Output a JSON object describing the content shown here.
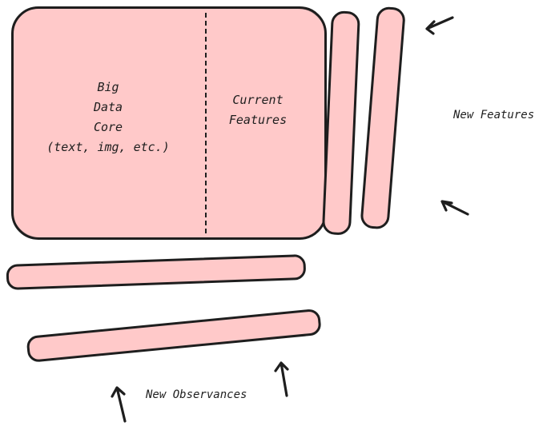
{
  "canvas": {
    "background": "#ffffff",
    "fill_color": "#ffc9c9",
    "stroke_color": "#1e1e1e"
  },
  "core_box": {
    "left_label": "Big\nData\nCore\n(text, img, etc.)",
    "right_label": "Current\nFeatures"
  },
  "labels": {
    "new_features": "New Features",
    "new_observances": "New Observances"
  }
}
